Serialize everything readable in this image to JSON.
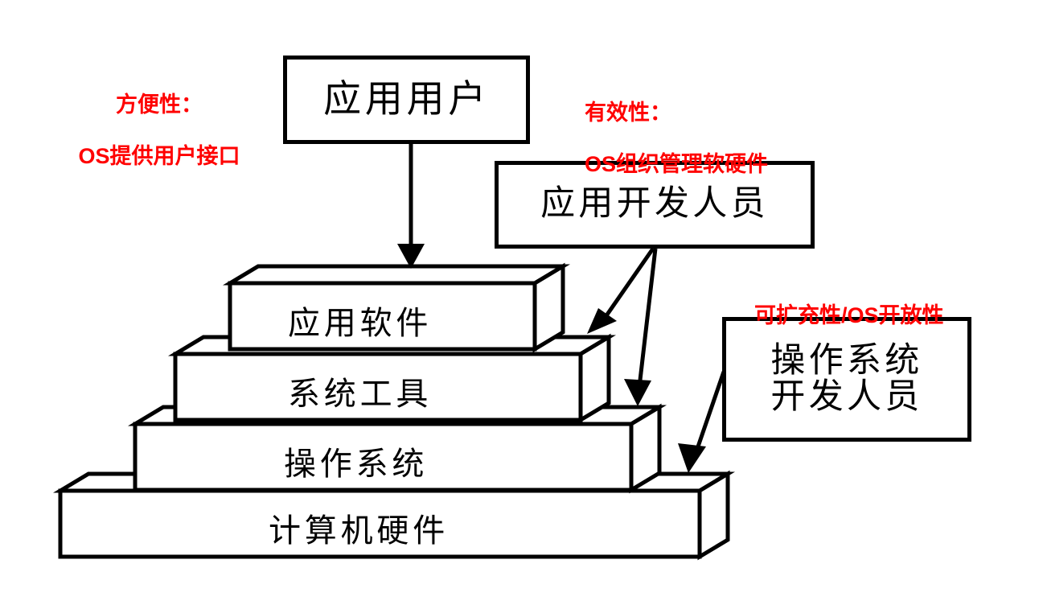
{
  "diagram": {
    "title_text": "",
    "colors": {
      "annotation_red": "#ff0000",
      "outline_black": "#000000",
      "fill_white": "#ffffff"
    },
    "role_boxes": [
      {
        "id": "application-user",
        "label": "应用用户"
      },
      {
        "id": "application-developer",
        "label": "应用开发人员"
      },
      {
        "id": "os-developer",
        "label": "操作系统\n开发人员"
      }
    ],
    "annotations": [
      {
        "id": "convenience",
        "line1": "方便性：",
        "line2": "OS提供用户接口"
      },
      {
        "id": "effectiveness",
        "line1": "有效性：",
        "line2": "OS组织管理软硬件"
      },
      {
        "id": "extensibility",
        "line1": "可扩充性/OS开放性",
        "line2": ""
      }
    ],
    "pyramid_layers": [
      {
        "id": "application-software",
        "label": "应用软件",
        "level": 1
      },
      {
        "id": "system-tools",
        "label": "系统工具",
        "level": 2
      },
      {
        "id": "operating-system",
        "label": "操作系统",
        "level": 3
      },
      {
        "id": "computer-hardware",
        "label": "计算机硬件",
        "level": 4
      }
    ],
    "connectors": [
      {
        "id": "user-to-app-software",
        "from": "application-user",
        "to": "application-software",
        "style": "vertical-arrow"
      },
      {
        "id": "appdev-to-system-tools",
        "from": "application-developer",
        "to": "system-tools",
        "style": "diagonal-arrow"
      },
      {
        "id": "appdev-to-operating-system",
        "from": "application-developer",
        "to": "operating-system",
        "style": "vertical-arrow"
      },
      {
        "id": "osdev-to-hardware",
        "from": "os-developer",
        "to": "computer-hardware",
        "style": "diagonal-arrow"
      }
    ]
  }
}
